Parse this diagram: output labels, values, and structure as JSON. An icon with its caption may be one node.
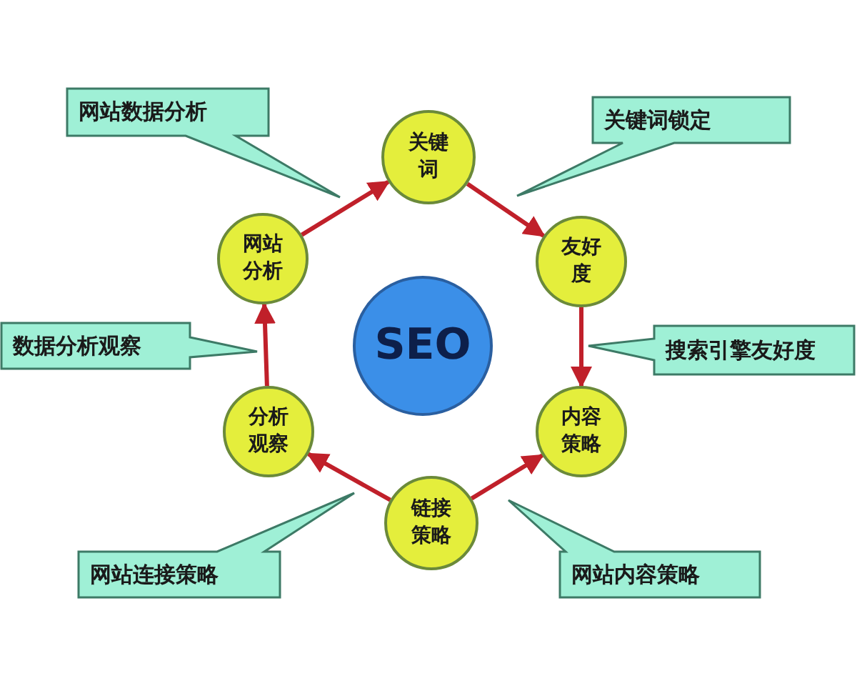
{
  "diagram": {
    "nodes": [
      {
        "text": [
          "SEO"
        ]
      },
      {
        "text": [
          "关键词"
        ]
      },
      {
        "text": [
          "友好度"
        ]
      },
      {
        "text": [
          "内容策略"
        ]
      },
      {
        "text": [
          "链接策略"
        ]
      },
      {
        "text": [
          "分析观察"
        ]
      },
      {
        "text": [
          "网站分析"
        ]
      },
      {
        "text": [
          "网站数据分析"
        ]
      },
      {
        "text": [
          "关键词锁定"
        ]
      },
      {
        "text": [
          "数据分析观察"
        ]
      },
      {
        "text": [
          "搜索引擎友好度"
        ]
      },
      {
        "text": [
          "网站连接策略"
        ]
      },
      {
        "text": [
          "网站内容策略"
        ]
      }
    ],
    "edges": [
      {
        "from": 6,
        "to": 1,
        "arrow": "to"
      },
      {
        "from": 1,
        "to": 2,
        "arrow": "to"
      },
      {
        "from": 2,
        "to": 3,
        "arrow": "to"
      },
      {
        "from": 4,
        "to": 3,
        "arrow": "to"
      },
      {
        "from": 4,
        "to": 5,
        "arrow": "to"
      },
      {
        "from": 5,
        "to": 6,
        "arrow": "to"
      }
    ]
  }
}
